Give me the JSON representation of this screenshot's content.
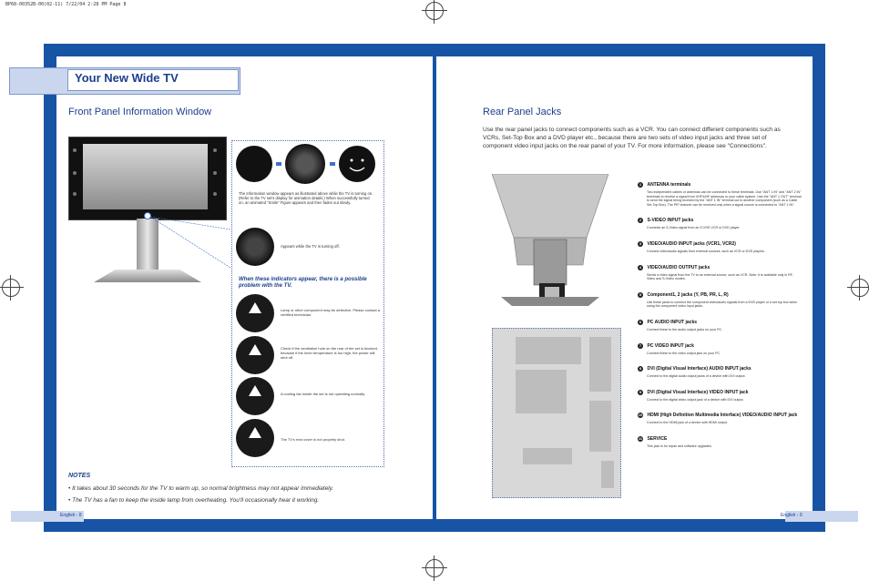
{
  "print_header": "BP68-00352B-00(02-11)  7/22/04  2:28 PM  Page 8",
  "page_title": "Your New Wide TV",
  "left": {
    "heading": "Front Panel Information Window",
    "info_text": "The Information window appears as illustrated above while the TV is turning on. (Refer to the TV set's display for animation details.) When successfully turned on, an animated \"Smile\" Figure appears and then fades out slowly.",
    "turning_off_text": "Appears while the TV is turning off.",
    "indicator_heading": "When these indicators appear, there is a possible problem with the TV.",
    "indicators": [
      "Lamp or other component may be defective. Please contact a certified technician.",
      "Check if the ventilation hole on the rear of the set is blocked, because if the inner temperature is too high, the power will shut off.",
      "A cooling fan inside the set is not operating normally.",
      "The TV's rear cover is not properly shut."
    ],
    "notes_heading": "NOTES",
    "notes": [
      "It takes about 30 seconds for the TV to warm up, so normal brightness may not appear immediately.",
      "The TV has a fan to keep the inside lamp from overheating. You'll occasionally hear it working."
    ],
    "footer": "English - 8"
  },
  "right": {
    "heading": "Rear Panel Jacks",
    "intro": "Use the rear panel jacks to connect components such as a VCR. You can connect different components such as VCRs, Set-Top Box and a DVD player etc., because there are two sets of video input jacks and three set of component video input jacks on the rear panel of your TV. For more information, please see \"Connections\".",
    "jacks": [
      {
        "num": "1",
        "title": "ANTENNA terminals",
        "desc": "Two independent cables or antennas can be connected to these terminals. Use \"ANT 1 IN\" and \"ANT 2 IN\" terminals to receive a signal from VHF/UHF antennas or your cable system. Use the \"ANT 1 OUT\" terminal to send the signal being received by the \"ANT 1 IN\" terminal out to another component (such as a Cable Set-Top Box). The PIP channel can be received only when a signal source is connected to \"ANT 1 IN\"."
      },
      {
        "num": "2",
        "title": "S-VIDEO INPUT jacks",
        "desc": "Connects an S-Video signal from an S-VHS VCR or DVD player."
      },
      {
        "num": "3",
        "title": "VIDEO/AUDIO INPUT jacks (VCR1, VCR2)",
        "desc": "Connect video/audio signals from external sources, such as VCR or DVD players."
      },
      {
        "num": "4",
        "title": "VIDEO/AUDIO OUTPUT jacks",
        "desc": "Sends a video signal from the TV to an external source, such as VCR. Note: It is available only in RF, Video and S-Video modes."
      },
      {
        "num": "5",
        "title": "Component1, 2 jacks (Y, PB, PR, L, R)",
        "desc": "Use these jacks to connect the component video/audio signals from a DVD player or a set top box when using the component video input jacks."
      },
      {
        "num": "6",
        "title": "PC AUDIO INPUT jacks",
        "desc": "Connect these to the audio output jacks on your PC."
      },
      {
        "num": "7",
        "title": "PC VIDEO INPUT jack",
        "desc": "Connect these to the video output jack on your PC."
      },
      {
        "num": "8",
        "title": "DVI (Digital Visual Interface) AUDIO INPUT jacks",
        "desc": "Connect to the digital audio output jacks of a device with DVI output."
      },
      {
        "num": "9",
        "title": "DVI (Digital Visual Interface) VIDEO INPUT jack",
        "desc": "Connect to the digital video output jack of a device with DVI output."
      },
      {
        "num": "10",
        "title": "HDMI (High Definition Multimedia Interface) VIDEO/AUDIO INPUT jack",
        "desc": "Connect to the HDMI jack of a device with HDMI output."
      },
      {
        "num": "11",
        "title": "SERVICE",
        "desc": "This jack is for repair and software upgrades."
      }
    ],
    "footer": "English - 9"
  },
  "colors": {
    "frame_blue": "#1754a6",
    "heading_blue": "#1b3f8c",
    "tab_light": "#c9d6ee"
  }
}
